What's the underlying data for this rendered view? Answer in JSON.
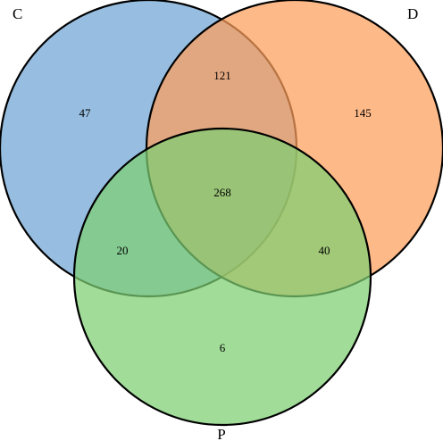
{
  "sets": [
    {
      "id": "C",
      "label": "C",
      "color": "#6fa5d6"
    },
    {
      "id": "D",
      "label": "D",
      "color": "#fe9e5a"
    },
    {
      "id": "P",
      "label": "P",
      "color": "#7dce72"
    }
  ],
  "regions": {
    "C_only": "47",
    "D_only": "145",
    "P_only": "6",
    "C_D": "121",
    "C_P": "20",
    "D_P": "40",
    "C_D_P": "268"
  }
}
